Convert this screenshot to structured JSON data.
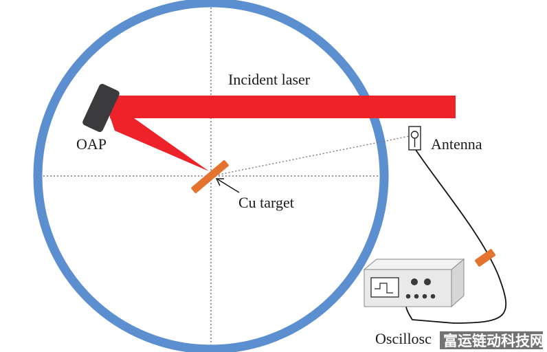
{
  "labels": {
    "incident_laser": "Incident laser",
    "oap": "OAP",
    "antenna": "Antenna",
    "cu_target": "Cu target",
    "oscilloscope": "Oscillosc"
  },
  "watermark": "富运链动科技网",
  "colors": {
    "chamber_ring": "#5b8fcf",
    "laser": "#ee2229",
    "oap_mirror": "#3b3b3d",
    "target": "#e3732f",
    "scope_body": "#e9e9e9",
    "watermark_bg": "#000000"
  }
}
